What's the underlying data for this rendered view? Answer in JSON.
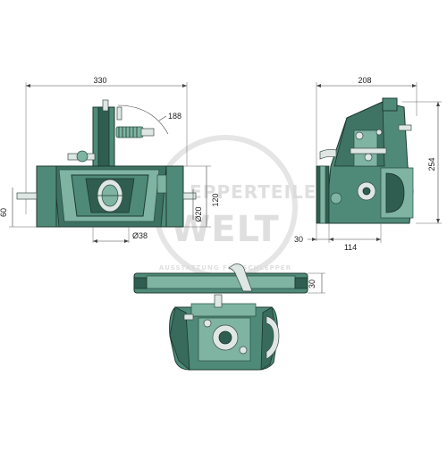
{
  "dimensions": {
    "front_width": "330",
    "lever_radius": "188",
    "height_120": "120",
    "bore_20": "Ø20",
    "height_60": "60",
    "pin_38": "Ø38",
    "side_width": "208",
    "side_height": "254",
    "side_30": "30",
    "side_114": "114",
    "bottom_30": "30"
  },
  "watermark": {
    "top_text": "SCHLEPPERTEILE",
    "middle_text": "WELT",
    "bottom_text": "AUSSTATTUNG FÜR SCHLEPPER"
  },
  "colors": {
    "body": "#4f8a78",
    "dark": "#2f5e50",
    "light": "#7fb3a2"
  }
}
